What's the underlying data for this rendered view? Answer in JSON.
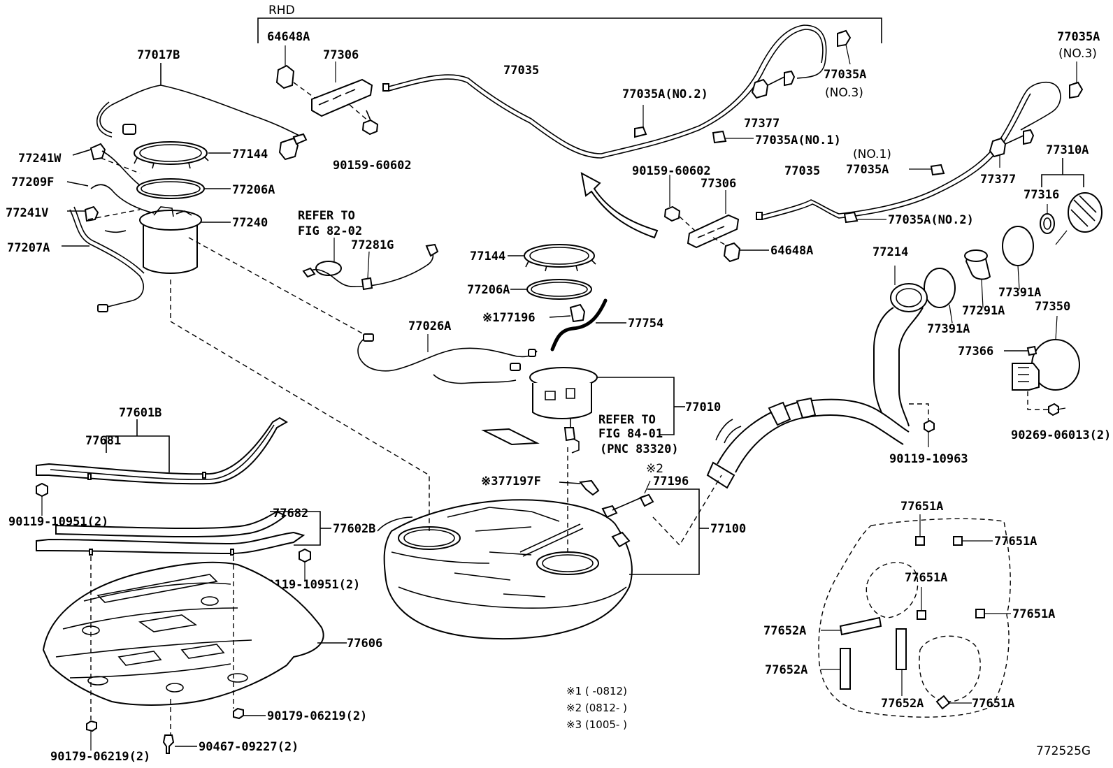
{
  "diagram_id": "772525G",
  "rhd_label": "RHD",
  "notes": {
    "n1": "※1 (      -0812)",
    "n2": "※2 (0812-      )",
    "n3": "※3 (1005-      )"
  },
  "refer_fig_82": [
    "REFER TO",
    "FIG 82-02"
  ],
  "refer_fig_84": [
    "REFER TO",
    "FIG 84-01",
    "(PNC 83320)"
  ],
  "labels": {
    "p64648A_top": "64648A",
    "p77306_top": "77306",
    "p77035_top": "77035",
    "p77035A_no2_top": "77035A(NO.2)",
    "p77377_top": "77377",
    "p77035A_no3_mid": "77035A",
    "p77035A_no3_mid_sub": "(NO.3)",
    "p77035A_no1_top": "77035A(NO.1)",
    "p77035A_no3_right": "77035A",
    "p77035A_no3_right_sub": "(NO.3)",
    "p90159_top": "90159-60602",
    "p77017B": "77017B",
    "p77241W": "77241W",
    "p77144_left": "77144",
    "p77209F": "77209F",
    "p77206A_left": "77206A",
    "p77241V": "77241V",
    "p77240": "77240",
    "p77207A": "77207A",
    "p77281G": "77281G",
    "p90159_mid": "90159-60602",
    "p77306_mid": "77306",
    "p77035_mid": "77035",
    "p77035A_no1_mid_sub": "(NO.1)",
    "p77035A_no1_mid": "77035A",
    "p77035A_no2_mid": "77035A(NO.2)",
    "p64648A_mid": "64648A",
    "p77377_right": "77377",
    "p77310A": "77310A",
    "p77316": "77316",
    "p77144_mid": "77144",
    "p77206A_mid": "77206A",
    "p177196": "※177196",
    "p77754": "77754",
    "p77026A": "77026A",
    "p77010": "77010",
    "p77214": "77214",
    "p77291A": "77291A",
    "p77391A_a": "77391A",
    "p77391A_b": "77391A",
    "p77350": "77350",
    "p77366": "77366",
    "p90269": "90269-06013(2)",
    "p90119_10963": "90119-10963",
    "p77601B": "77601B",
    "p77681": "77681",
    "p90119_10951_a": "90119-10951(2)",
    "p77682": "77682",
    "p77602B": "77602B",
    "p90119_10951_b": "90119-10951(2)",
    "p77197F": "※377197F",
    "p2mark": "※2",
    "p77196": "77196",
    "p77100": "77100",
    "p77606": "77606",
    "p90179_06219_a": "90179-06219(2)",
    "p90179_06219_b": "90179-06219(2)",
    "p90467": "90467-09227(2)",
    "p77651A_a": "77651A",
    "p77651A_b": "77651A",
    "p77651A_c": "77651A",
    "p77651A_d": "77651A",
    "p77651A_e": "77651A",
    "p77652A_a": "77652A",
    "p77652A_b": "77652A",
    "p77652A_c": "77652A"
  }
}
